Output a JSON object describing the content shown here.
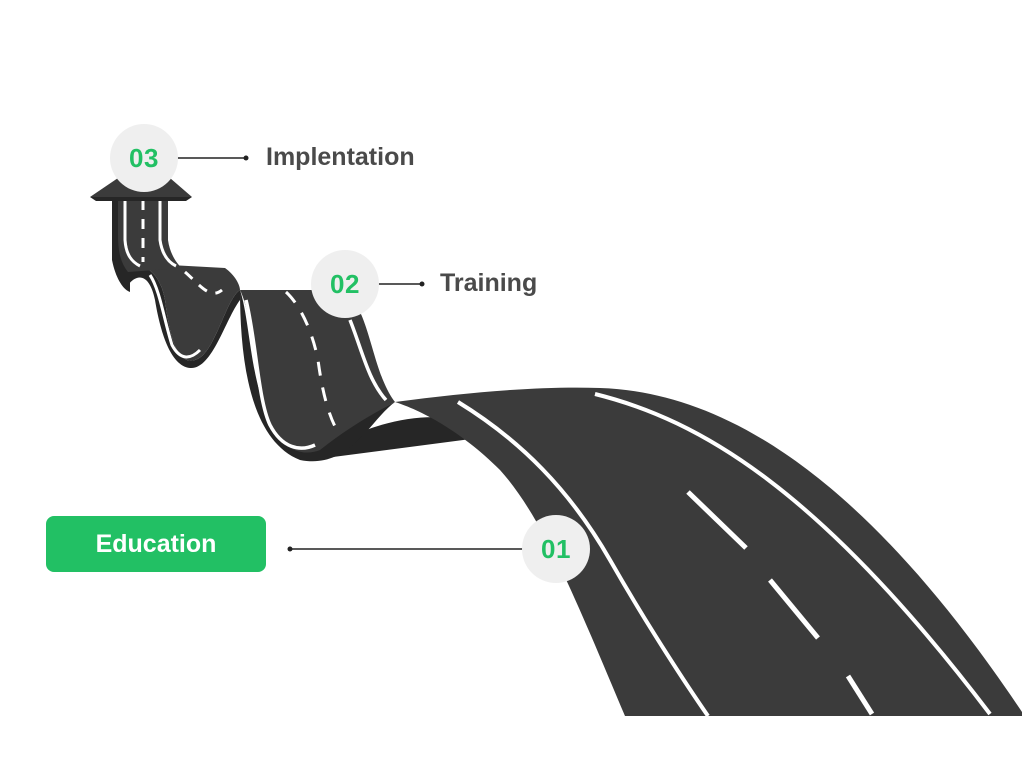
{
  "steps": [
    {
      "number": "01",
      "label": "Education",
      "highlighted": true
    },
    {
      "number": "02",
      "label": "Training",
      "highlighted": false
    },
    {
      "number": "03",
      "label": "Implentation",
      "highlighted": false
    }
  ],
  "colors": {
    "accent": "#22c064",
    "road": "#3b3b3b",
    "road_dark": "#262626",
    "badge_bg": "#efefef",
    "label_text": "#4a4a4a"
  },
  "icons": {
    "road": "winding-road-icon",
    "arrow": "road-arrow-head-icon"
  }
}
